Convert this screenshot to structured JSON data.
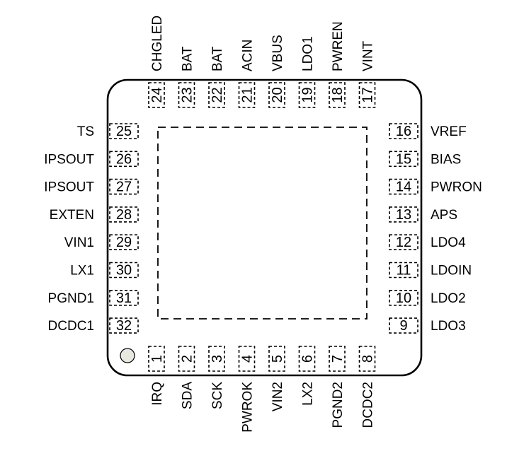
{
  "diagram": {
    "colors": {
      "stroke": "#000000",
      "dot_fill": "#e8e8e0",
      "background": "#ffffff"
    },
    "pins": {
      "bottom": [
        {
          "num": "1",
          "name": "IRQ"
        },
        {
          "num": "2",
          "name": "SDA"
        },
        {
          "num": "3",
          "name": "SCK"
        },
        {
          "num": "4",
          "name": "PWROK"
        },
        {
          "num": "5",
          "name": "VIN2"
        },
        {
          "num": "6",
          "name": "LX2"
        },
        {
          "num": "7",
          "name": "PGND2"
        },
        {
          "num": "8",
          "name": "DCDC2"
        }
      ],
      "right": [
        {
          "num": "9",
          "name": "LDO3"
        },
        {
          "num": "10",
          "name": "LDO2"
        },
        {
          "num": "11",
          "name": "LDOIN"
        },
        {
          "num": "12",
          "name": "LDO4"
        },
        {
          "num": "13",
          "name": "APS"
        },
        {
          "num": "14",
          "name": "PWRON"
        },
        {
          "num": "15",
          "name": "BIAS"
        },
        {
          "num": "16",
          "name": "VREF"
        }
      ],
      "top": [
        {
          "num": "17",
          "name": "VINT"
        },
        {
          "num": "18",
          "name": "PWREN"
        },
        {
          "num": "19",
          "name": "LDO1"
        },
        {
          "num": "20",
          "name": "VBUS"
        },
        {
          "num": "21",
          "name": "ACIN"
        },
        {
          "num": "22",
          "name": "BAT"
        },
        {
          "num": "23",
          "name": "BAT"
        },
        {
          "num": "24",
          "name": "CHGLED"
        }
      ],
      "left": [
        {
          "num": "25",
          "name": "TS"
        },
        {
          "num": "26",
          "name": "IPSOUT"
        },
        {
          "num": "27",
          "name": "IPSOUT"
        },
        {
          "num": "28",
          "name": "EXTEN"
        },
        {
          "num": "29",
          "name": "VIN1"
        },
        {
          "num": "30",
          "name": "LX1"
        },
        {
          "num": "31",
          "name": "PGND1"
        },
        {
          "num": "32",
          "name": "DCDC1"
        }
      ]
    }
  }
}
